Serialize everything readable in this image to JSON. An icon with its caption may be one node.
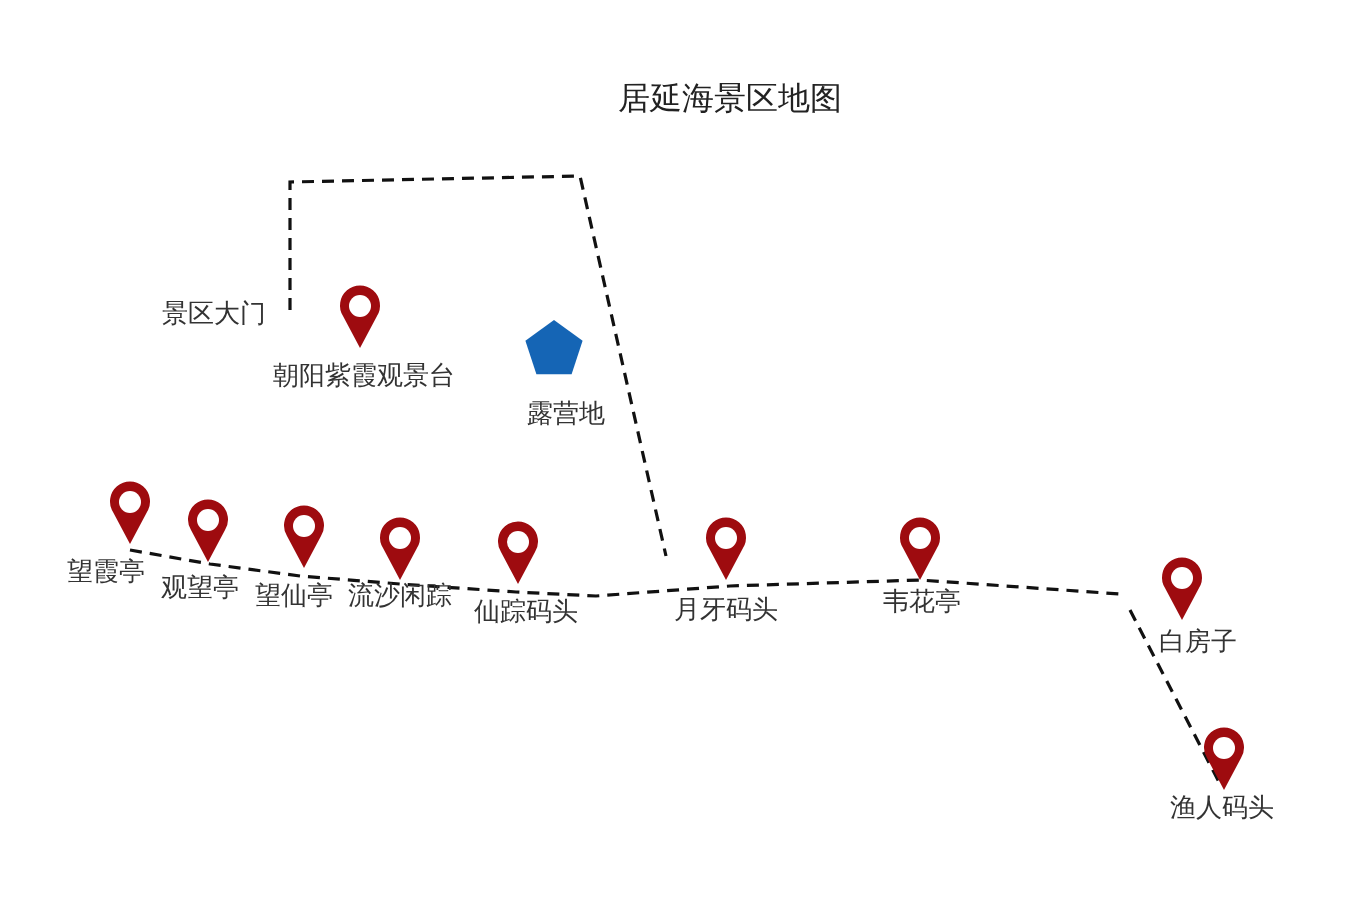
{
  "diagram": {
    "title": "居延海景区地图",
    "labels": [
      "景区大门",
      "朝阳紫霞观景台",
      "露营地",
      "望霞亭",
      "观望亭",
      "望仙亭",
      "流沙闲踪",
      "仙踪码头",
      "月牙码头",
      "韦花亭",
      "白房子",
      "渔人码头"
    ]
  }
}
